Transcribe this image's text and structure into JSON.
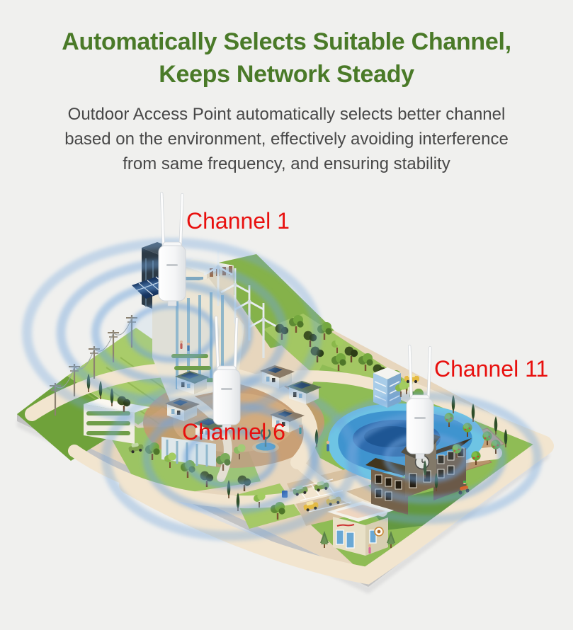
{
  "page": {
    "background": "#f0f0ee"
  },
  "header": {
    "title": {
      "line1": "Automatically Selects Suitable Channel,",
      "line2": "Keeps Network Steady",
      "color": "#4a7a28"
    },
    "description": {
      "line1": "Outdoor Access Point automatically selects better channel",
      "line2": "based on the environment, effectively avoiding interference",
      "line3": "from same frequency, and ensuring stability",
      "color": "#484848"
    }
  },
  "scene": {
    "channel_labels": {
      "ap1": "Channel 1",
      "ap2": "Channel 6",
      "ap3": "Channel 11",
      "color": "#e8100e"
    },
    "access_point_count": "3",
    "colors": {
      "ripple_blue": "#6fa3dc",
      "land_green": "#8fbc55",
      "path_tan": "#e7d6bd",
      "lake_blue": "#2f6cae",
      "device_white": "#ffffff"
    }
  }
}
